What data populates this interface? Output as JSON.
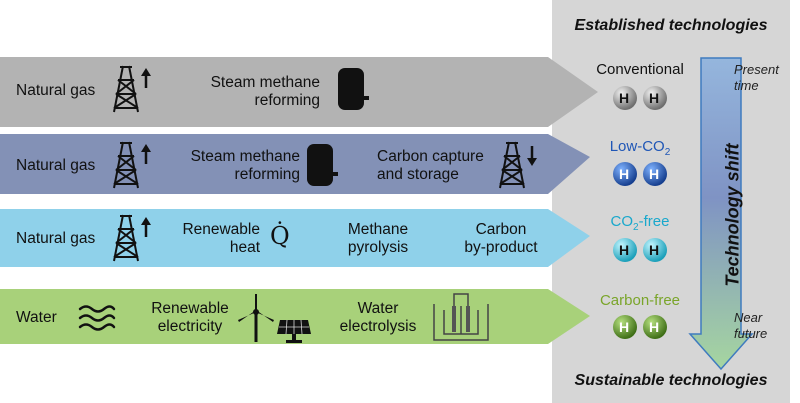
{
  "panel": {
    "top_heading": "Established technologies",
    "bottom_heading": "Sustainable technologies",
    "shift_label": "Technology shift",
    "present_time": [
      "Present",
      "time"
    ],
    "near_future": [
      "Near",
      "future"
    ]
  },
  "rows": [
    {
      "source": "Natural gas",
      "step1": [
        "Steam methane",
        "reforming"
      ],
      "product": "Conventional",
      "color": "#b3b3b3",
      "product_color": "#111111"
    },
    {
      "source": "Natural gas",
      "step1": [
        "Steam methane",
        "reforming"
      ],
      "step2": [
        "Carbon capture",
        "and storage"
      ],
      "product": "Low-CO",
      "product_sub": "2",
      "color": "#8391b6",
      "product_color": "#1f56b6"
    },
    {
      "source": "Natural gas",
      "step1": [
        "Renewable",
        "heat"
      ],
      "step2": [
        "Methane",
        "pyrolysis"
      ],
      "step3": [
        "Carbon",
        "by-product"
      ],
      "heat_symbol": "Q̇",
      "product": "CO",
      "product_sub": "2",
      "product_suffix": "-free",
      "color": "#8fd1ea",
      "product_color": "#19a8cc"
    },
    {
      "source": "Water",
      "step1": [
        "Renewable",
        "electricity"
      ],
      "step2": [
        "Water",
        "electrolysis"
      ],
      "product": "Carbon-free",
      "color": "#a8d17a",
      "product_color": "#7aa52a"
    }
  ],
  "molecule_label": "H",
  "colors": {
    "panel_bg": "#d6d6d6",
    "shift_arrow_top": "#8fa9cf",
    "shift_arrow_bottom": "#9fd29b"
  }
}
